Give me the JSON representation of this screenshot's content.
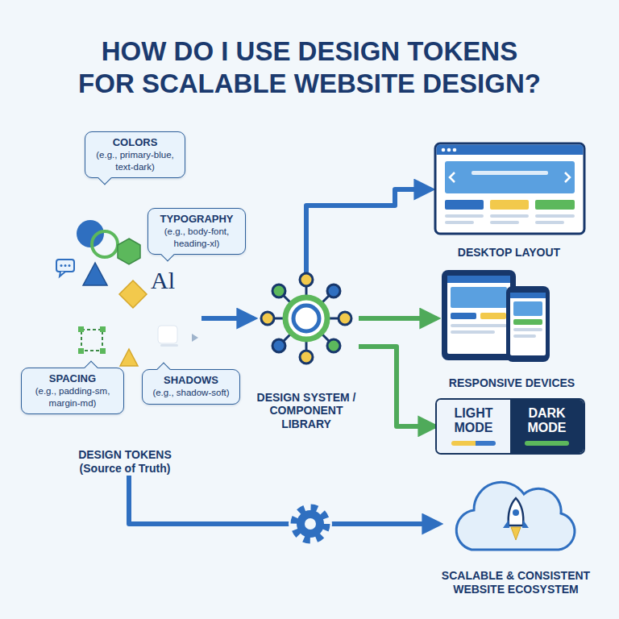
{
  "diagram": {
    "title": "HOW DO I USE DESIGN TOKENS FOR SCALABLE WEBSITE DESIGN?",
    "nodes": [
      {
        "text": [
          "COLORS",
          "(e.g., primary-blue, text-dark)"
        ]
      },
      {
        "text": [
          "TYPOGRAPHY",
          "(e.g., body-font, heading-xl)"
        ]
      },
      {
        "text": [
          "SPACING",
          "(e.g., padding-sm, margin-md)"
        ]
      },
      {
        "text": [
          "SHADOWS",
          "(e.g., shadow-soft)"
        ]
      },
      {
        "text": [
          "DESIGN TOKENS (Source of Truth)"
        ]
      },
      {
        "text": [
          "DESIGN SYSTEM / COMPONENT LIBRARY"
        ]
      },
      {
        "text": [
          "DESKTOP LAYOUT"
        ]
      },
      {
        "text": [
          "RESPONSIVE DEVICES"
        ]
      },
      {
        "text": [
          "LIGHT MODE",
          "DARK MODE"
        ]
      },
      {
        "text": [
          "SCALABLE & CONSISTENT WEBSITE ECOSYSTEM"
        ]
      }
    ],
    "edges": [
      {
        "from": 4,
        "to": 5,
        "arrow": "to"
      },
      {
        "from": 5,
        "to": 6,
        "arrow": "to"
      },
      {
        "from": 5,
        "to": 7,
        "arrow": "to"
      },
      {
        "from": 5,
        "to": 8,
        "arrow": "to"
      },
      {
        "from": 4,
        "to": 9,
        "arrow": "to"
      }
    ],
    "labels": [
      "Al"
    ]
  }
}
